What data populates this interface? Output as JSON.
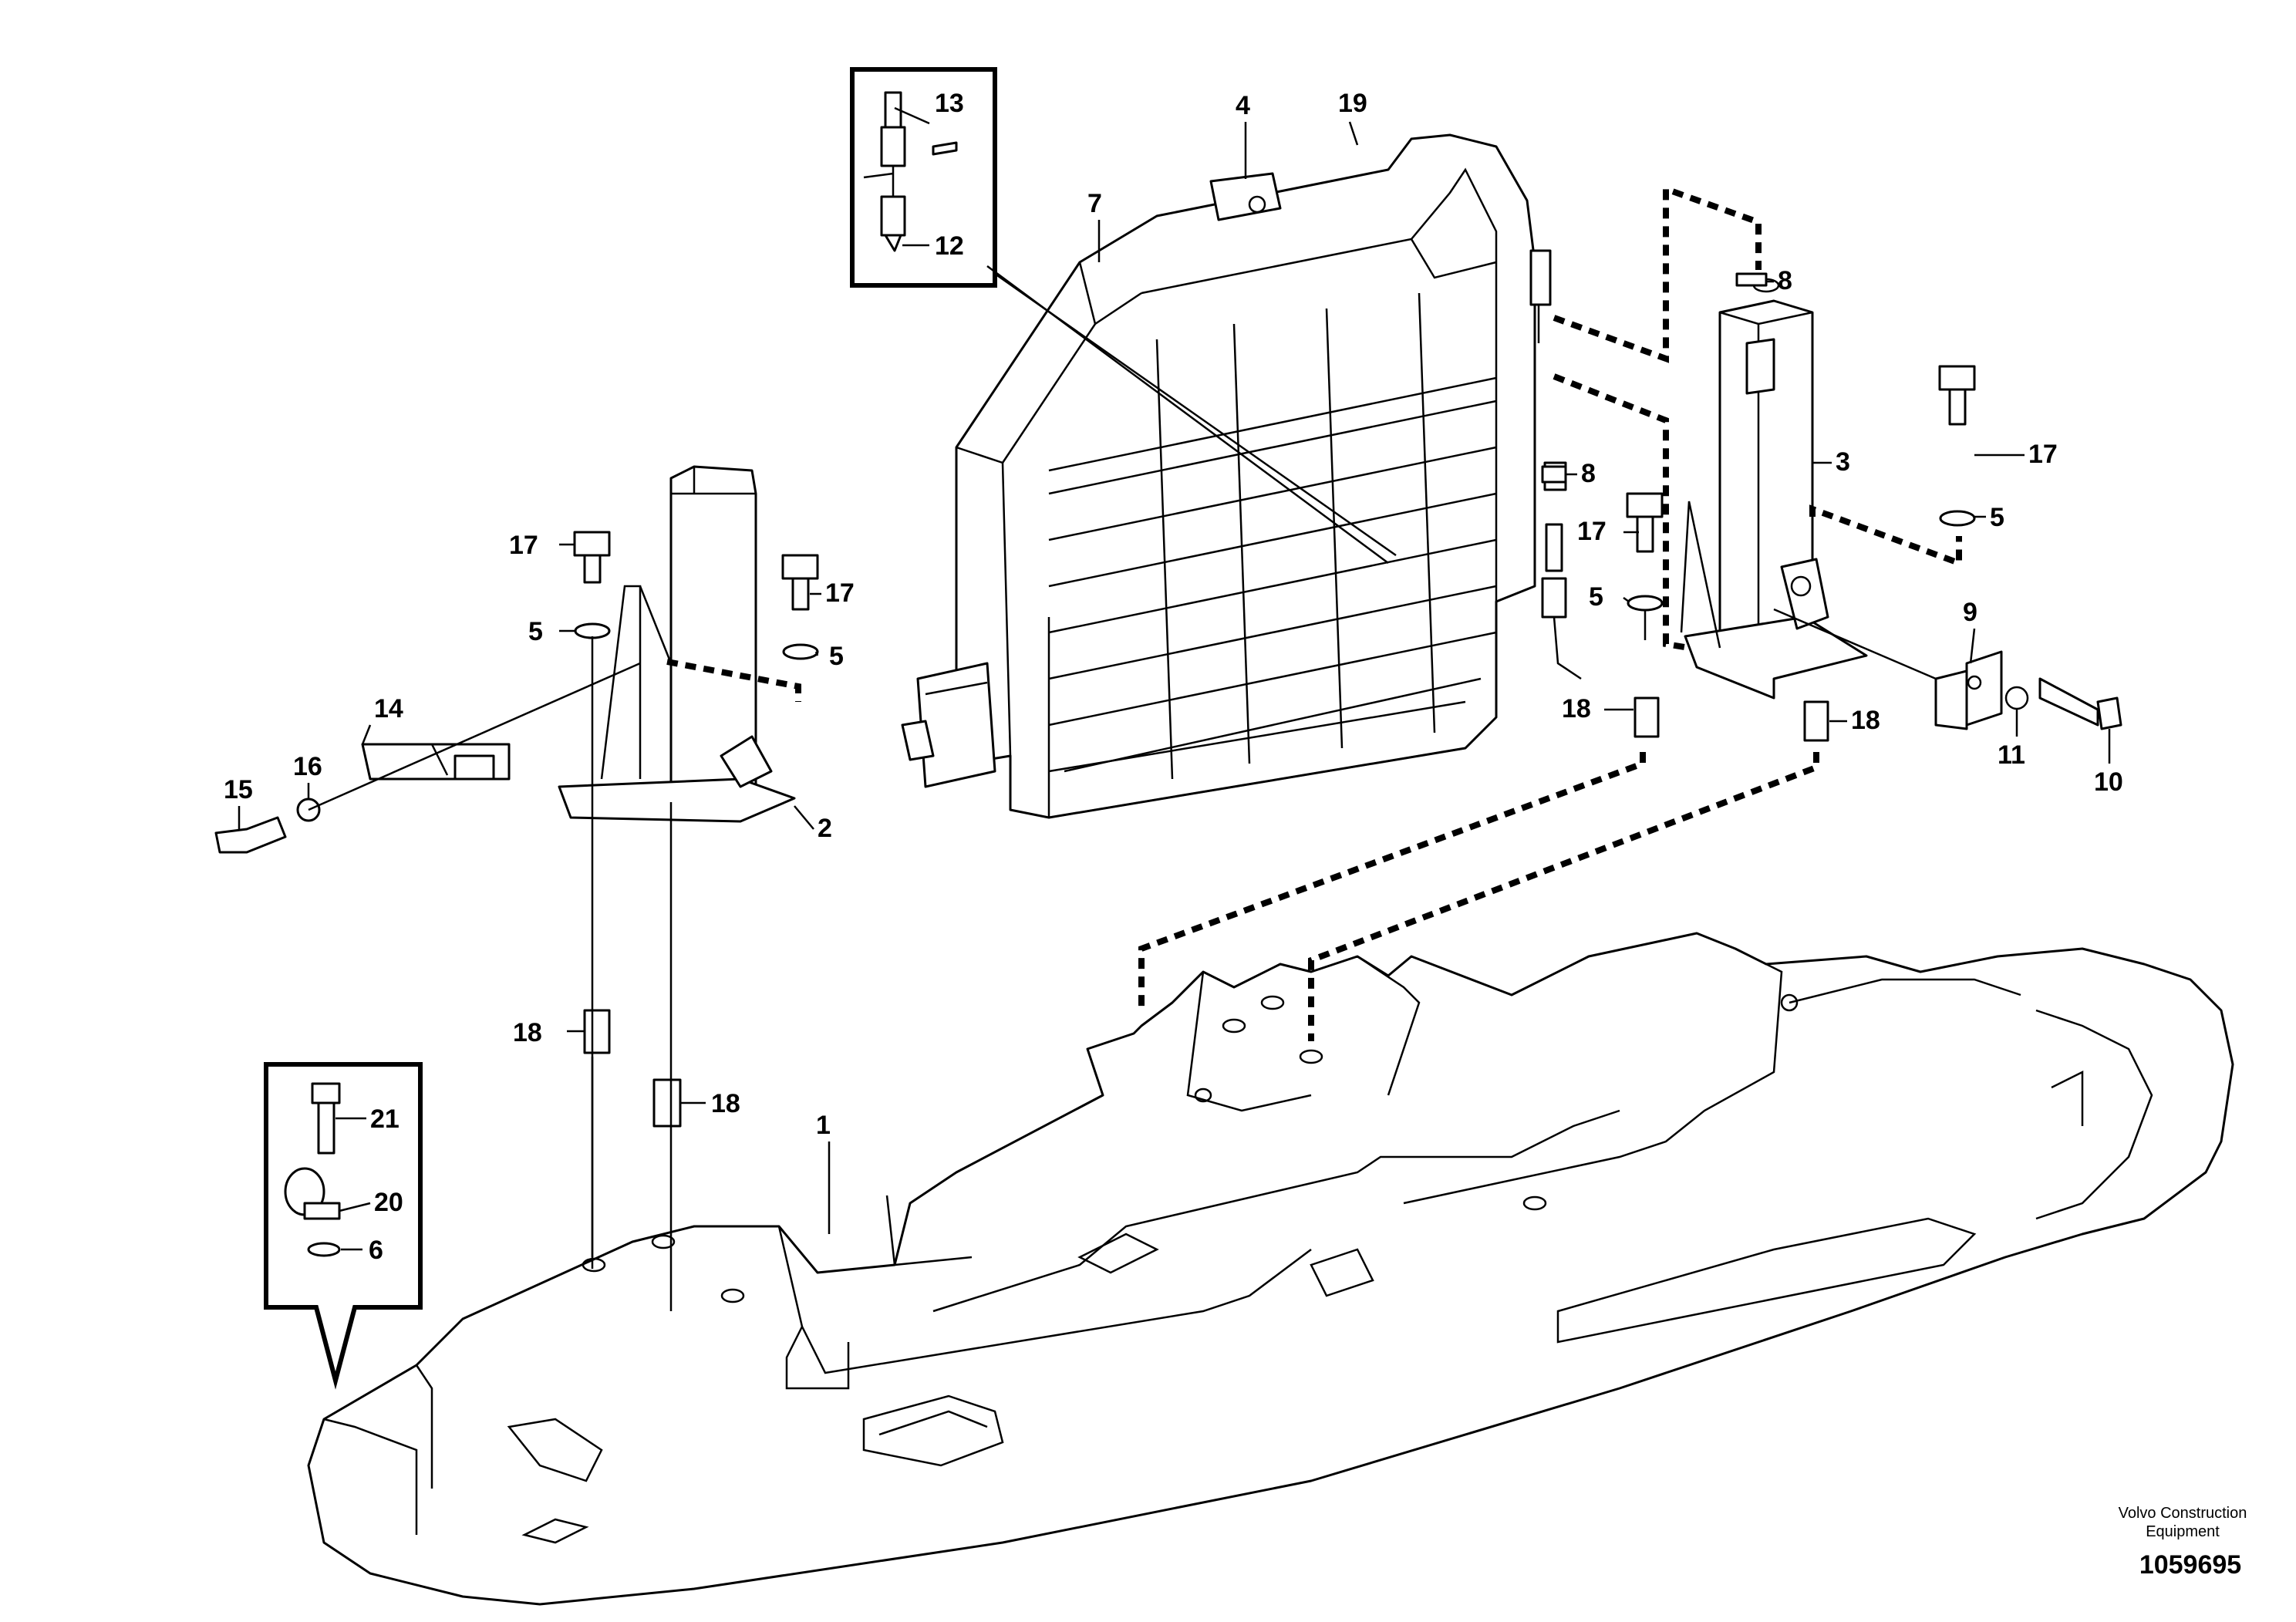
{
  "diagram": {
    "part_labels": [
      "13",
      "12",
      "4",
      "19",
      "7",
      "8",
      "8",
      "3",
      "17",
      "5",
      "17",
      "5",
      "17",
      "5",
      "17",
      "5",
      "9",
      "11",
      "10",
      "18",
      "18",
      "14",
      "16",
      "15",
      "2",
      "18",
      "18",
      "1",
      "21",
      "20",
      "6"
    ],
    "manufacturer_lines": [
      "Volvo Construction",
      "Equipment"
    ],
    "document_number": "1059695"
  }
}
